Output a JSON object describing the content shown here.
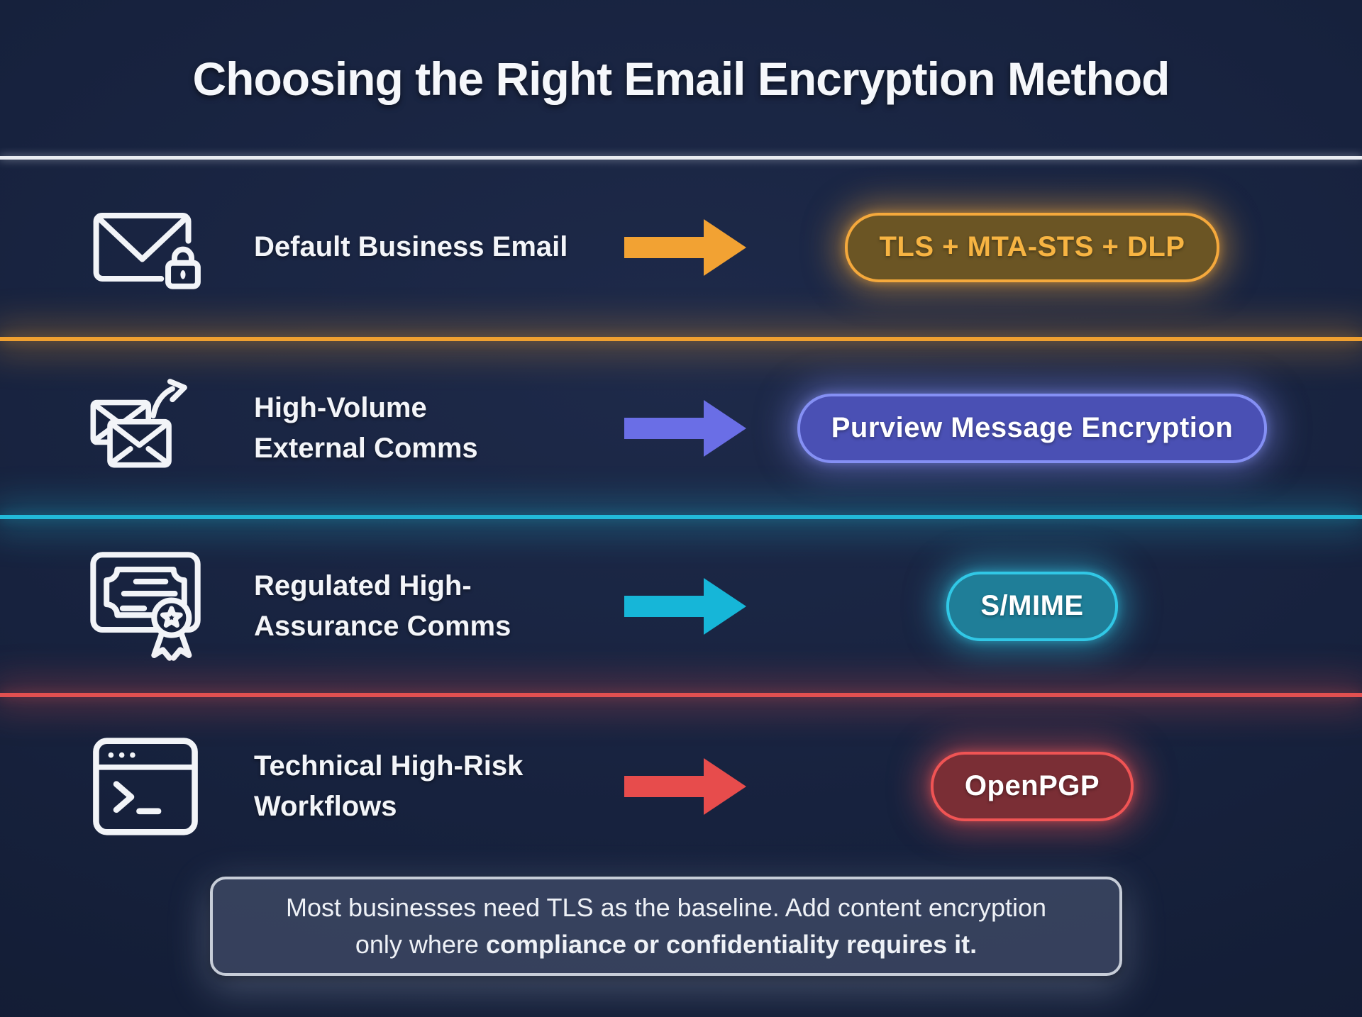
{
  "title": "Choosing the Right Email Encryption Method",
  "colors": {
    "background": "#17223e",
    "header_divider": "#e9ecf1"
  },
  "rows": [
    {
      "icon": "envelope-lock-icon",
      "label_lines": [
        "Default Business Email"
      ],
      "method": "TLS + MTA-STS + DLP",
      "arrow_color": "#f2a233",
      "pill_border": "#f5a93c",
      "pill_bg": "#6b5524",
      "pill_text": "#f7b442",
      "pill_glow": "rgba(242,166,56,0.50)",
      "divider_color": "#f0a030",
      "divider_glow": "rgba(240,160,48,0.42)"
    },
    {
      "icon": "envelopes-forward-icon",
      "label_lines": [
        "High-Volume",
        "External Comms"
      ],
      "method": "Purview Message Encryption",
      "arrow_color": "#6a6ee6",
      "pill_border": "#8590f4",
      "pill_bg": "#4a50b4",
      "pill_text": "#ffffff",
      "pill_glow": "rgba(130,140,240,0.50)",
      "divider_color": "#22bad9",
      "divider_glow": "rgba(34,186,217,0.42)"
    },
    {
      "icon": "certificate-icon",
      "label_lines": [
        "Regulated High-",
        "Assurance Comms"
      ],
      "method": "S/MIME",
      "arrow_color": "#16b6d8",
      "pill_border": "#31c8e6",
      "pill_bg": "#1f7e98",
      "pill_text": "#ffffff",
      "pill_glow": "rgba(49,200,230,0.50)",
      "divider_color": "#e25050",
      "divider_glow": "rgba(226,80,80,0.42)"
    },
    {
      "icon": "terminal-icon",
      "label_lines": [
        "Technical High-Risk",
        "Workflows"
      ],
      "method": "OpenPGP",
      "arrow_color": "#e74c4c",
      "pill_border": "#f05454",
      "pill_bg": "#7a2e35",
      "pill_text": "#ffffff",
      "pill_glow": "rgba(240,84,84,0.50)"
    }
  ],
  "note": {
    "line1": "Most businesses need TLS as the baseline. Add content encryption",
    "line2_regular": "only where ",
    "line2_bold": "compliance or confidentiality requires it."
  }
}
